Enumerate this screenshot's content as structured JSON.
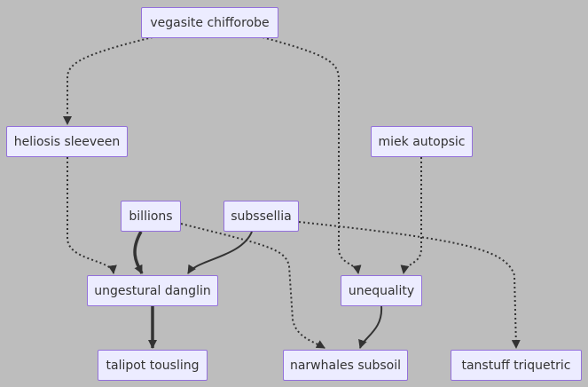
{
  "nodes": {
    "vegasite": "vegasite chifforobe",
    "heliosis": "heliosis sleeveen",
    "miek": "miek autopsic",
    "billions": "billions",
    "subssellia": "subssellia",
    "ungestural": "ungestural danglin",
    "unequality": "unequality",
    "talipot": "talipot tousling",
    "narwhales": "narwhales subsoil",
    "tanstuff": "tanstuff triquetric"
  },
  "edges": [
    {
      "from": "vegasite",
      "to": "heliosis",
      "style": "dotted"
    },
    {
      "from": "vegasite",
      "to": "unequality",
      "style": "dotted"
    },
    {
      "from": "heliosis",
      "to": "ungestural",
      "style": "dotted"
    },
    {
      "from": "miek",
      "to": "unequality",
      "style": "dotted"
    },
    {
      "from": "billions",
      "to": "ungestural",
      "style": "thick"
    },
    {
      "from": "billions",
      "to": "narwhales",
      "style": "dotted"
    },
    {
      "from": "subssellia",
      "to": "ungestural",
      "style": "solid"
    },
    {
      "from": "subssellia",
      "to": "tanstuff",
      "style": "dotted"
    },
    {
      "from": "ungestural",
      "to": "talipot",
      "style": "thick"
    },
    {
      "from": "unequality",
      "to": "narwhales",
      "style": "solid"
    }
  ],
  "colors": {
    "background": "#bdbdbd",
    "node_fill": "#ececff",
    "node_border": "#9370db",
    "text": "#333333",
    "edge": "#333333"
  }
}
